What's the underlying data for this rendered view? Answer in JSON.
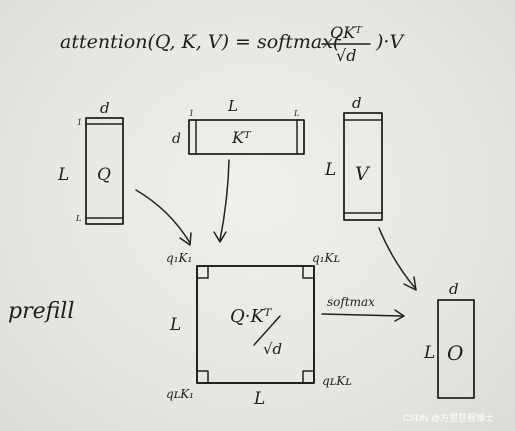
{
  "formula": {
    "lhs": "attention(Q, K, V) = softmax(",
    "numerator": "QKᵀ",
    "denominator": "√d",
    "rhs": ")·V"
  },
  "labels": {
    "prefill": "prefill",
    "softmax_arrow": "softmax"
  },
  "matrix_q": {
    "name": "Q",
    "width_label": "d",
    "height_label": "L",
    "top_mark": "1",
    "bottom_mark": "L"
  },
  "matrix_kt": {
    "name": "Kᵀ",
    "width_label": "L",
    "height_label": "d",
    "left_mark": "1",
    "right_mark": "L"
  },
  "matrix_v": {
    "name": "V",
    "width_label": "d",
    "height_label": "L"
  },
  "score_matrix": {
    "numerator": "Q·Kᵀ",
    "denominator": "√d",
    "side_label": "L",
    "bottom_label": "L",
    "corner_tl": "q₁K₁",
    "corner_tr": "q₁Kʟ",
    "corner_bl": "qʟK₁",
    "corner_br": "qʟKʟ"
  },
  "matrix_o": {
    "name": "O",
    "width_label": "d",
    "height_label": "L"
  },
  "watermark": "CSDN @方里狂程博士"
}
